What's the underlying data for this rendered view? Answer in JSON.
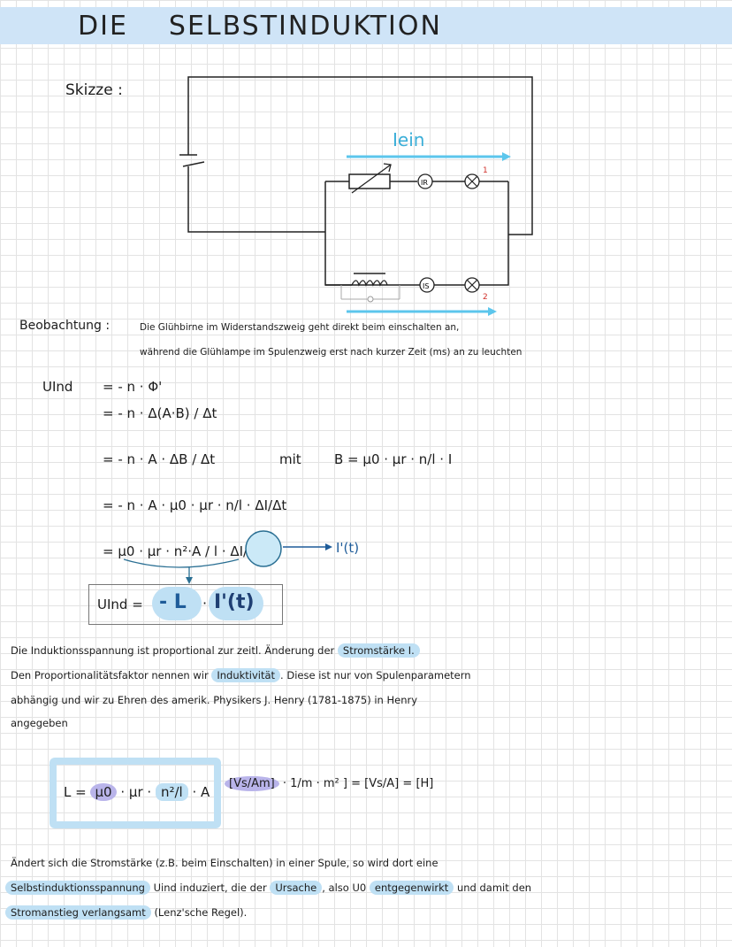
{
  "title": {
    "word1": "DIE",
    "word2": "SELBSTINDUKTION"
  },
  "sketch": {
    "label": "Skizze :",
    "current_label": "Iein",
    "lamp1_index": "1",
    "lamp2_index": "2",
    "meter_r": "IR",
    "meter_s": "IS"
  },
  "observation": {
    "label": "Beobachtung :",
    "line1": "Die Glühbirne im Widerstandszweig geht direkt beim einschalten an,",
    "line2": "während die Glühlampe im Spulenzweig erst nach kurzer Zeit (ms) an zu leuchten"
  },
  "derivation": {
    "lhs": "UInd",
    "row1": "= - n · Φ'",
    "row2": "= - n · Δ(A·B) / Δt",
    "row3": "= - n · A · ΔB / Δt",
    "row3_mit": "mit",
    "row3_b": "B = μ0 · μr · n/l · I",
    "row4": "= - n · A · μ0 · μr · n/l · ΔI/Δt",
    "row5": "= μ0 · μr · n²·A / l · ΔI/Δt",
    "arrow_target": "I'(t)",
    "result_lhs": "UInd =",
    "result_L": "- L",
    "result_dot": "·",
    "result_I": "I'(t)"
  },
  "text1": {
    "line1_a": "Die Induktionsspannung ist proportional zur zeitl. Änderung der",
    "line1_hl": "Stromstärke I.",
    "line2_a": "Den Proportionalitätsfaktor nennen wir",
    "line2_hl": "Induktivität",
    "line2_b": ". Diese ist nur von Spulenparametern",
    "line3": "abhängig und wir zu Ehren des amerik. Physikers J. Henry (1781-1875) in Henry",
    "line4": "angegeben"
  },
  "formula_L": {
    "lhs": "L =",
    "mu0": "μ0",
    "mur": "· μr ·",
    "frac": "n²/l",
    "a": "· A",
    "unit1": "[Vs/Am]",
    "unit2": "· 1/m ·",
    "unit3": "m² ]",
    "eq1": "=",
    "unit4": "[Vs/A]",
    "eq2": "=",
    "unit5": "[H]"
  },
  "text2": {
    "line1": "Ändert sich die Stromstärke (z.B. beim Einschalten) in einer Spule, so wird dort eine",
    "line2_hl1": "Selbstinduktionsspannung",
    "line2_a": "Uind induziert, die der",
    "line2_hl2": "Ursache",
    "line2_b": ", also U0",
    "line2_hl3": "entgegenwirkt",
    "line2_c": "und damit den",
    "line3_hl": "Stromanstieg verlangsamt",
    "line3_a": "(Lenz'sche Regel)."
  }
}
